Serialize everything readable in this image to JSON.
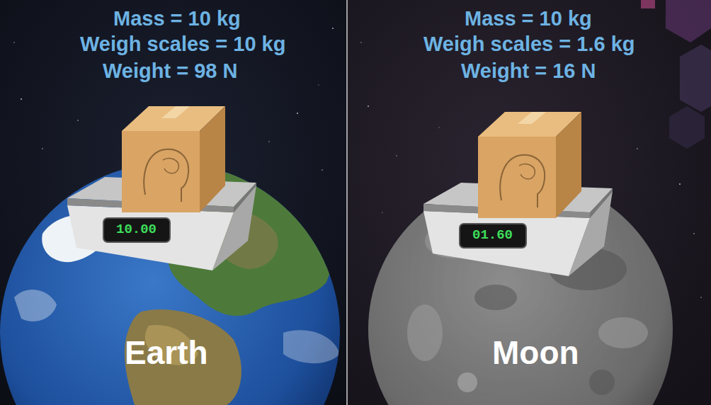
{
  "diagram": {
    "labels": [
      "Mass = 10 kg",
      "Weigh scales = 10 kg",
      "Weight = 98 N",
      "Mass = 10 kg",
      "Weigh scales = 1.6 kg",
      "Weight = 16 N",
      "10.00",
      "01.60",
      "Earth",
      "Moon"
    ]
  }
}
